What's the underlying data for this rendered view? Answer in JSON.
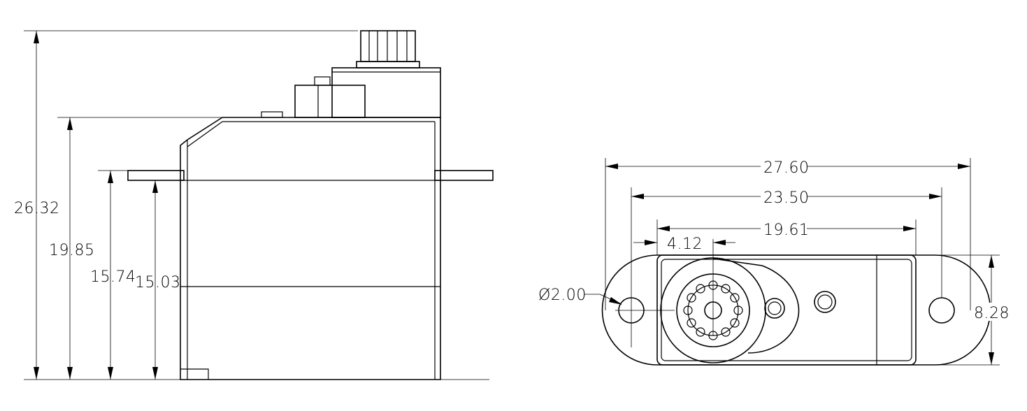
{
  "side_view": {
    "total_height": "26.32",
    "body_height": "19.85",
    "tab_to_bottom": "15.74",
    "tab_inner_to_bottom": "15.03"
  },
  "top_view": {
    "tab_length": "27.60",
    "hole_spacing": "23.50",
    "body_length": "19.61",
    "shaft_offset": "4.12",
    "hole_diameter": "Ø2.00",
    "tab_width": "8.28"
  }
}
